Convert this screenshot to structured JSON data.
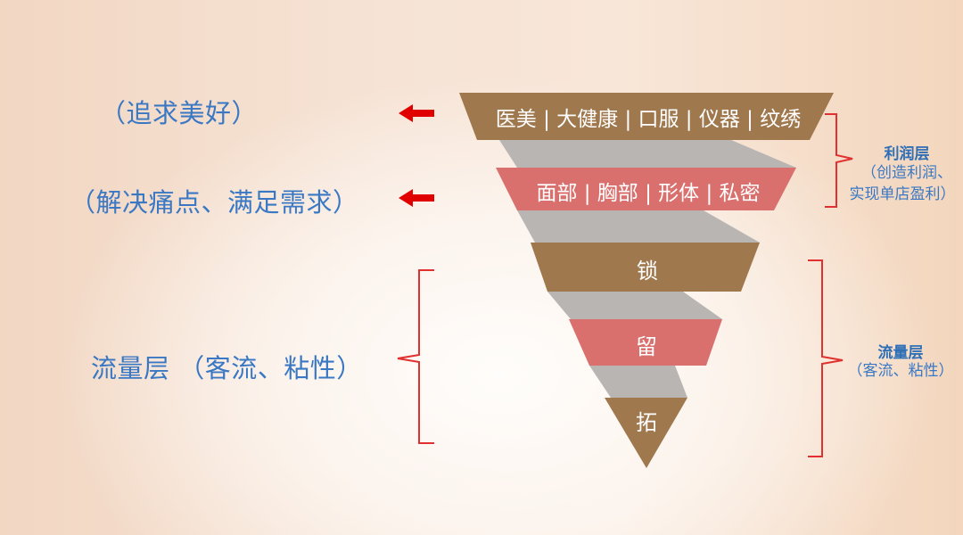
{
  "left_labels": {
    "top": "（追求美好）",
    "middle": "（解决痛点、满足需求）",
    "bottom": "流量层 （客流、粘性）"
  },
  "tiers": [
    {
      "label": "医美 | 大健康 | 口服 | 仪器 | 纹绣",
      "color": "#a0784e"
    },
    {
      "label": "面部 | 胸部 | 形体 | 私密",
      "color": "#d9706e"
    },
    {
      "label": "锁",
      "color": "#a0784e"
    },
    {
      "label": "留",
      "color": "#d9706e"
    },
    {
      "label": "拓",
      "color": "#a0784e"
    }
  ],
  "right_groups": {
    "profit": {
      "title": "利润层",
      "sub_line1": "（创造利润、",
      "sub_line2": "实现单店盈利）"
    },
    "traffic": {
      "title": "流量层",
      "sub": "（客流、粘性）"
    }
  },
  "colors": {
    "brown": "#a0784e",
    "pink": "#d9706e",
    "gray": "#b9b5b3",
    "bracket_red": "#e03030",
    "arrow_red": "#e00000",
    "text_blue": "#3a78c4"
  },
  "icons": {
    "arrow": "left-arrow-icon",
    "bracket": "curly-brace-icon"
  }
}
